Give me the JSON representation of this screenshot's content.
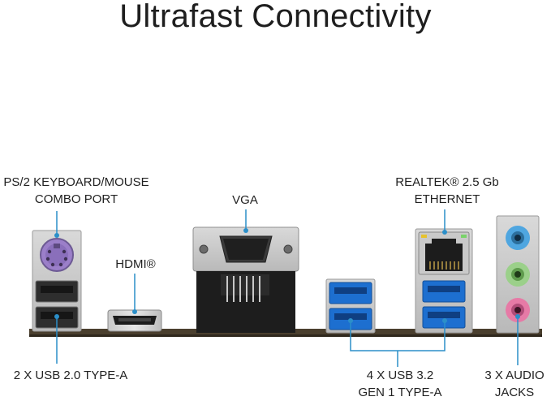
{
  "title": "Ultrafast Connectivity",
  "ports": {
    "ps2": {
      "line1": "PS/2 KEYBOARD/MOUSE",
      "line2": "COMBO PORT"
    },
    "vga": {
      "label": "VGA"
    },
    "hdmi": {
      "label": "HDMI®"
    },
    "ethernet": {
      "line1": "REALTEK® 2.5 Gb",
      "line2": "ETHERNET"
    },
    "usb2": {
      "label": "2 X USB 2.0 TYPE-A"
    },
    "usb3": {
      "line1": "4 X USB 3.2",
      "line2": "GEN 1 TYPE-A"
    },
    "audio": {
      "line1": "3 X AUDIO",
      "line2": "JACKS"
    }
  },
  "colors": {
    "callout_line": "#2b8fc9",
    "usb3_blue": "#1d6fd0",
    "audio_blue": "#4fa6e0",
    "audio_green": "#9bd08a",
    "audio_pink": "#e67aa6",
    "ps2_purple": "#9b7fc9",
    "board": "#4a3f2e"
  }
}
